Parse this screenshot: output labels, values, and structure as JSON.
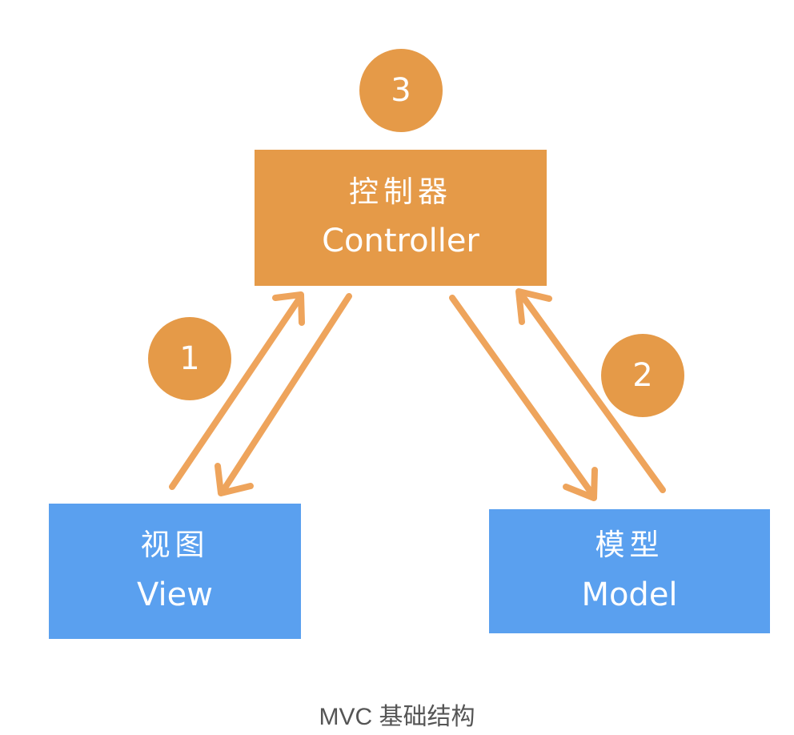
{
  "nodes": {
    "controller": {
      "cn": "控制器",
      "en": "Controller"
    },
    "view": {
      "cn": "视图",
      "en": "View"
    },
    "model": {
      "cn": "模型",
      "en": "Model"
    }
  },
  "badges": {
    "one": "1",
    "two": "2",
    "three": "3"
  },
  "caption": "MVC 基础结构",
  "colors": {
    "orange": "#e59a48",
    "blue": "#5aa0ef",
    "arrow": "#eea45c"
  }
}
